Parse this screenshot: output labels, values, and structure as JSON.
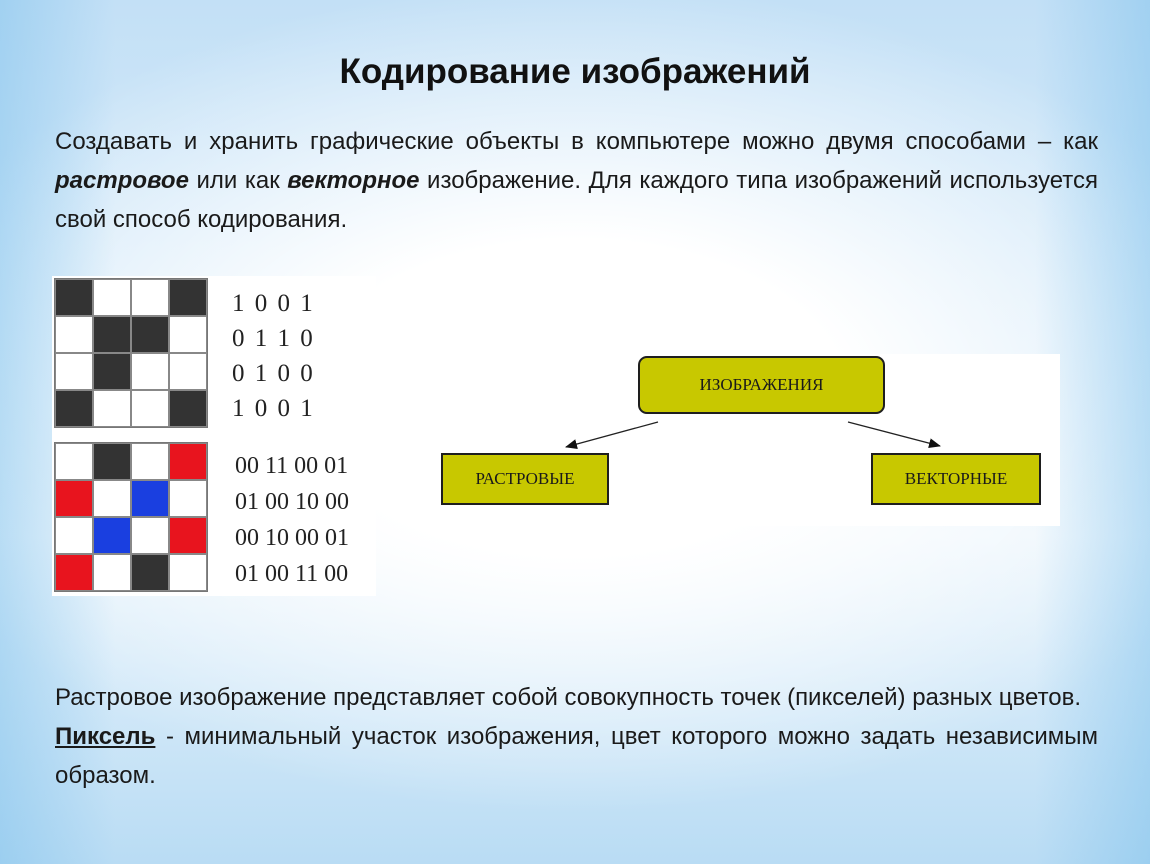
{
  "slide": {
    "title": "Кодирование изображений",
    "intro": {
      "part1": "Создавать и хранить графические объекты в компьютере можно двумя способами – как ",
      "raster_word": "растровое",
      "part2": " или как ",
      "vector_word": "векторное",
      "part3": " изображение. Для каждого типа изображений используется свой способ кодирования."
    },
    "raster_example": {
      "bw_grid": [
        [
          1,
          0,
          0,
          1
        ],
        [
          0,
          1,
          1,
          0
        ],
        [
          0,
          1,
          0,
          0
        ],
        [
          1,
          0,
          0,
          1
        ]
      ],
      "bw_codes": [
        "1 0 0 1",
        "0 1 1 0",
        "0 1 0 0",
        "1 0 0 1"
      ],
      "color_grid": [
        [
          "w",
          "k",
          "w",
          "r"
        ],
        [
          "r",
          "w",
          "b",
          "w"
        ],
        [
          "w",
          "b",
          "w",
          "r"
        ],
        [
          "r",
          "w",
          "k",
          "w"
        ]
      ],
      "color_codes": [
        "00 11 00 01",
        "01 00 10 00",
        "00 10 00 01",
        "01 00 11 00"
      ],
      "colors": {
        "k": "#333333",
        "w": "#ffffff",
        "r": "#e8141e",
        "b": "#1a3fe0"
      }
    },
    "diagram": {
      "root": "ИЗОБРАЖЕНИЯ",
      "left": "РАСТРОВЫЕ",
      "right": "ВЕКТОРНЫЕ",
      "node_color": "#c8c800"
    },
    "bottom": {
      "line1": "Растровое изображение представляет собой совокупность точек (пикселей) разных цветов.",
      "term": "Пиксель",
      "definition": " - минимальный участок изображения, цвет которого можно задать независимым образом."
    }
  }
}
